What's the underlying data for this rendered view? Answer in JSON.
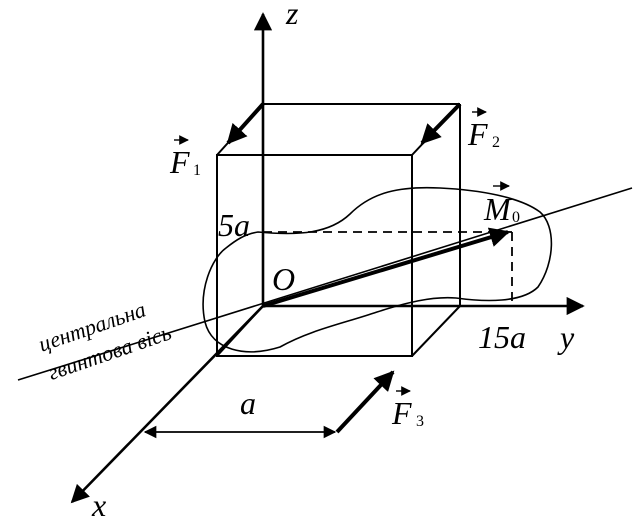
{
  "labels": {
    "axis_z": "z",
    "axis_y": "y",
    "axis_x": "x",
    "origin": "O",
    "dim_5a": "5a",
    "dim_15a": "15a",
    "dim_a": "a",
    "f1": "F",
    "f1_sub": "1",
    "f2": "F",
    "f2_sub": "2",
    "f3": "F",
    "f3_sub": "3",
    "m0": "M",
    "m0_sub": "0",
    "central_axis_line1": "центральна",
    "central_axis_line2": "гвинтова вісь"
  },
  "colors": {
    "ink": "#000000",
    "background": "#ffffff"
  }
}
